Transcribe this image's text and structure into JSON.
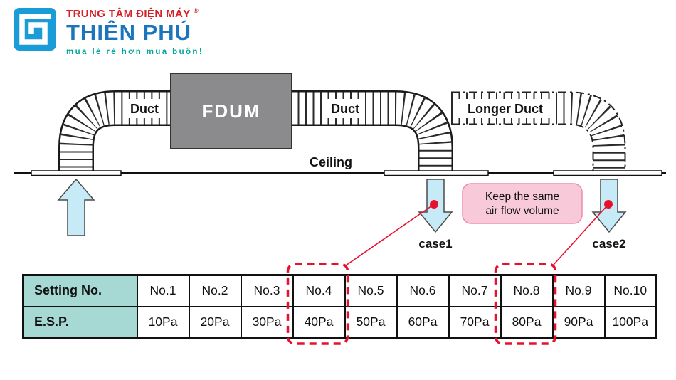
{
  "brand": {
    "line1": "TRUNG TÂM ĐIỆN MÁY",
    "registered": "®",
    "name": "THIÊN PHÚ",
    "tagline": "mua lẻ rẻ hơn mua buôn!",
    "colors": {
      "red": "#d42127",
      "blue": "#1b75bc",
      "teal": "#00a79d",
      "logo_blue": "#199cd8"
    }
  },
  "diagram": {
    "labels": {
      "duct_left": "Duct",
      "fdum": "FDUM",
      "duct_right": "Duct",
      "longer_duct": "Longer Duct",
      "ceiling": "Ceiling",
      "case1": "case1",
      "case2": "case2"
    },
    "note": {
      "line1": "Keep the same",
      "line2": "air flow volume"
    },
    "colors": {
      "arrow_fill": "#c7eaf7",
      "note_fill": "#f8c9d8",
      "note_border": "#ee8cab",
      "highlight_red": "#e8112d",
      "fdum_fill": "#8b8b8d"
    }
  },
  "table": {
    "header_bg": "#a6d9d3",
    "highlighted_settings": [
      "No.4",
      "No.8"
    ],
    "rows": [
      {
        "header": "Setting No.",
        "cells": [
          "No.1",
          "No.2",
          "No.3",
          "No.4",
          "No.5",
          "No.6",
          "No.7",
          "No.8",
          "No.9",
          "No.10"
        ]
      },
      {
        "header": "E.S.P.",
        "cells": [
          "10Pa",
          "20Pa",
          "30Pa",
          "40Pa",
          "50Pa",
          "60Pa",
          "70Pa",
          "80Pa",
          "90Pa",
          "100Pa"
        ]
      }
    ]
  }
}
